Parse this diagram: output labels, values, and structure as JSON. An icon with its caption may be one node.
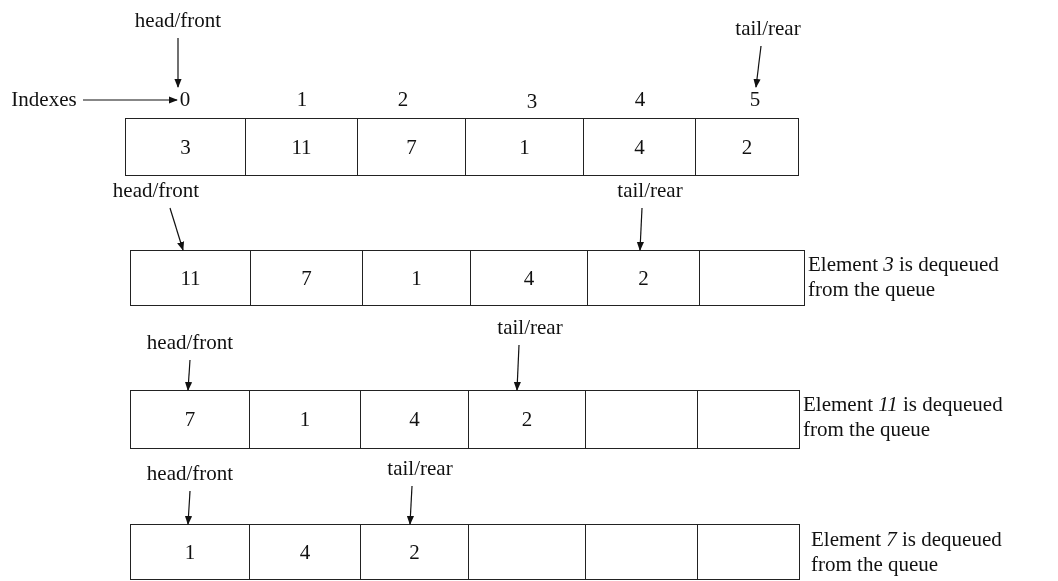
{
  "diagram": {
    "nodes": [
      {
        "text": [
          "head/front"
        ]
      },
      {
        "text": [
          "tail/rear"
        ]
      },
      {
        "text": [
          "Indexes"
        ]
      },
      {
        "text": [
          "0"
        ]
      },
      {
        "text": [
          "1"
        ]
      },
      {
        "text": [
          "2"
        ]
      },
      {
        "text": [
          "3"
        ]
      },
      {
        "text": [
          "4"
        ]
      },
      {
        "text": [
          "5"
        ]
      },
      {
        "text": [
          "3"
        ]
      },
      {
        "text": [
          "11"
        ]
      },
      {
        "text": [
          "7"
        ]
      },
      {
        "text": [
          "1"
        ]
      },
      {
        "text": [
          "4"
        ]
      },
      {
        "text": [
          "2"
        ]
      },
      {
        "text": [
          "head/front"
        ]
      },
      {
        "text": [
          "tail/rear"
        ]
      },
      {
        "text": [
          "11"
        ]
      },
      {
        "text": [
          "7"
        ]
      },
      {
        "text": [
          "1"
        ]
      },
      {
        "text": [
          "4"
        ]
      },
      {
        "text": [
          "2"
        ]
      },
      {
        "text": [],
        "shape": "box"
      },
      {
        "text": [
          "head/front"
        ]
      },
      {
        "text": [
          "tail/rear"
        ]
      },
      {
        "text": [
          "7"
        ]
      },
      {
        "text": [
          "1"
        ]
      },
      {
        "text": [
          "4"
        ]
      },
      {
        "text": [
          "2"
        ]
      },
      {
        "text": [],
        "shape": "box"
      },
      {
        "text": [],
        "shape": "box"
      },
      {
        "text": [
          "head/front"
        ]
      },
      {
        "text": [
          "tail/rear"
        ]
      },
      {
        "text": [
          "1"
        ]
      },
      {
        "text": [
          "4"
        ]
      },
      {
        "text": [
          "2"
        ]
      },
      {
        "text": [],
        "shape": "box"
      },
      {
        "text": [],
        "shape": "box"
      },
      {
        "text": [],
        "shape": "box"
      }
    ],
    "edges": [
      {
        "from": 0,
        "to": 3,
        "arrow": "to"
      },
      {
        "from": 1,
        "to": 8,
        "arrow": "to"
      },
      {
        "from": 2,
        "to": 3,
        "arrow": "to"
      },
      {
        "from": 15,
        "to": 17,
        "arrow": "to"
      },
      {
        "from": 16,
        "to": 21,
        "arrow": "to"
      },
      {
        "from": 23,
        "to": 25,
        "arrow": "to"
      },
      {
        "from": 24,
        "to": 28,
        "arrow": "to"
      },
      {
        "from": 31,
        "to": 33,
        "arrow": "to"
      },
      {
        "from": 32,
        "to": 35,
        "arrow": "to"
      }
    ],
    "labels": [
      "Element *3* is dequeued from the queue",
      "Element *11* is dequeued from the queue",
      "Element *7* is dequeued from the queue"
    ]
  }
}
